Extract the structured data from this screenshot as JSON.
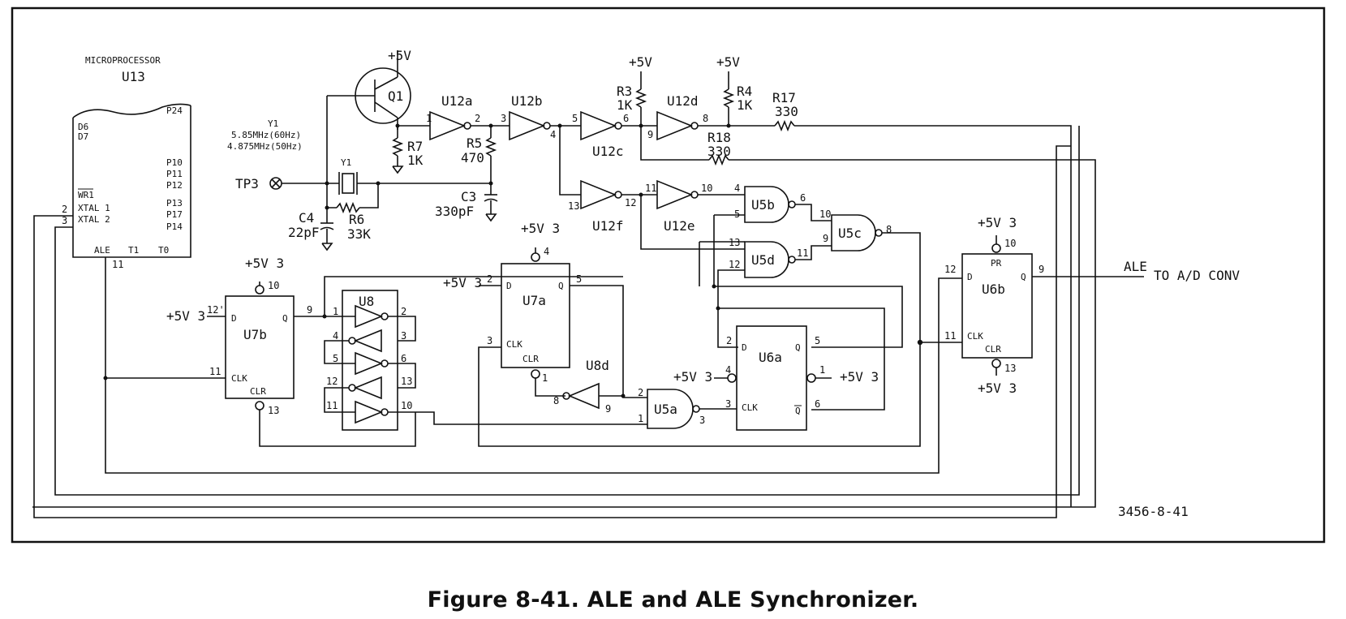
{
  "caption": "Figure 8-41. ALE and ALE Synchronizer.",
  "drawing_number": "3456-8-41",
  "microprocessor": {
    "title": "MICROPROCESSOR",
    "ref": "U13",
    "pins_left": [
      "D6",
      "D7",
      "WR1",
      "XTAL 1",
      "XTAL 2"
    ],
    "pins_right": [
      "P24",
      "P10",
      "P11",
      "P12",
      "P13",
      "P17",
      "P14"
    ],
    "pins_bottom": [
      "ALE",
      "T1",
      "T0"
    ],
    "pin_numbers": [
      "2",
      "3",
      "11"
    ]
  },
  "oscillator": {
    "q1": "Q1",
    "crystal_label": "Y1",
    "crystal_freq_60": "5.85MHz(60Hz)",
    "crystal_freq_50": "4.875MHz(50Hz)",
    "crystal_ref": "Y1",
    "tp3": "TP3",
    "c4_ref": "C4",
    "c4_val": "22pF",
    "r6_ref": "R6",
    "r6_val": "33K",
    "r7_ref": "R7",
    "r7_val": "1K",
    "r5_ref": "R5",
    "r5_val": "470",
    "c3_ref": "C3",
    "c3_val": "330pF"
  },
  "supply": {
    "plus5v": "+5V",
    "plus5v3": "+5V 3"
  },
  "inverters": {
    "u12a": "U12a",
    "u12b": "U12b",
    "u12c": "U12c",
    "u12d": "U12d",
    "u12e": "U12e",
    "u12f": "U12f",
    "u8": "U8",
    "u8d": "U8d"
  },
  "resistors": {
    "r3_ref": "R3",
    "r3_val": "1K",
    "r4_ref": "R4",
    "r4_val": "1K",
    "r17_ref": "R17",
    "r17_val": "330",
    "r18_ref": "R18",
    "r18_val": "330"
  },
  "gates": {
    "u5a": "U5a",
    "u5b": "U5b",
    "u5c": "U5c",
    "u5d": "U5d"
  },
  "flipflops": {
    "u7a": "U7a",
    "u7b": "U7b",
    "u6a": "U6a",
    "u6b": "U6b",
    "d": "D",
    "q": "Q",
    "qbar": "Q",
    "clk": "CLK",
    "clr": "CLR",
    "pr": "PR"
  },
  "output": {
    "ale": "ALE",
    "to_adc": "TO A/D CONV"
  },
  "pins": {
    "p1": "1",
    "p2": "2",
    "p3": "3",
    "p4": "4",
    "p5": "5",
    "p6": "6",
    "p8": "8",
    "p9": "9",
    "p10": "10",
    "p11": "11",
    "p12": "12",
    "p13": "13",
    "p12p": "12'"
  }
}
